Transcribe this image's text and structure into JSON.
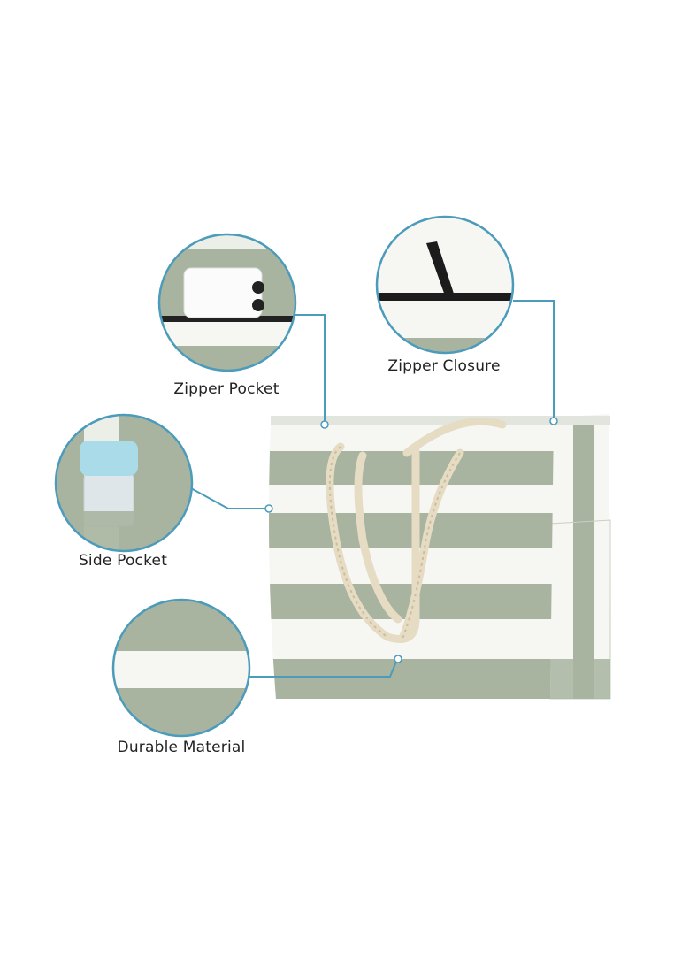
{
  "callouts": [
    {
      "id": "zipper-pocket",
      "label": "Zipper Pocket"
    },
    {
      "id": "zipper-closure",
      "label": "Zipper Closure"
    },
    {
      "id": "side-pocket",
      "label": "Side Pocket"
    },
    {
      "id": "durable-material",
      "label": "Durable Material"
    }
  ],
  "colors": {
    "stripe_green": "#a8b4a0",
    "stripe_white": "#f6f6f2",
    "callout_line": "#4b9bbb",
    "rope": "#e6dcc4"
  }
}
